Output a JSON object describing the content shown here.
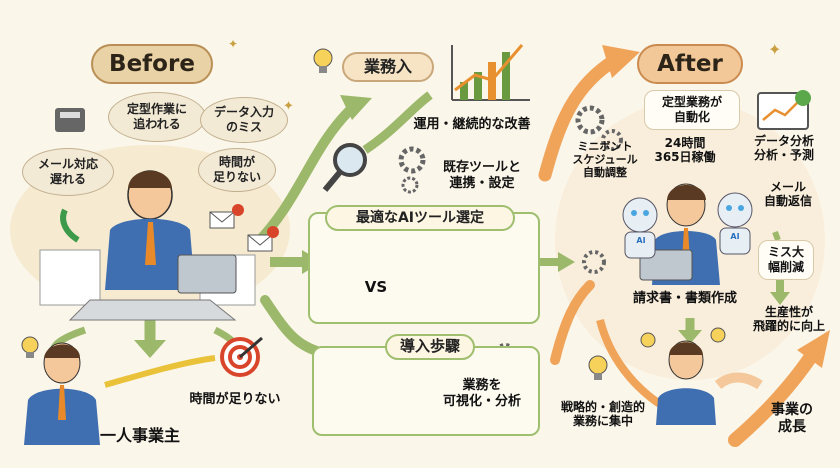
{
  "before": {
    "title": "Before",
    "bubbles": [
      "メール対応\n遅れる",
      "定型作業に\n追われる",
      "データ入力\nのミス",
      "時間が\n足りない"
    ],
    "time_label": "時間が足りない",
    "person_label": "一人事業主"
  },
  "middle": {
    "top_pill": "業務入",
    "improve": "運用・継続的な改善",
    "connect": "既存ツールと\n連携・設定",
    "select_title": "最適なAIツール選定",
    "vs": "VS",
    "intro_title": "導入歩驟",
    "visualize": "業務を\n可視化・分析"
  },
  "after": {
    "title": "After",
    "auto": "定型業務が\n自動化",
    "hours": "24時間\n365日稼働",
    "analysis": "データ分析\n分析・予測",
    "schedule": "ミニボント\nスケジュール\n自動調整",
    "mail": "メール\n自動返信",
    "ai_badge": "AI",
    "errors": "ミス大\n幅削減",
    "invoice": "請求書・書類作成",
    "productivity": "生産性が\n飛躍的に向上",
    "strategic": "戦略的・創造的\n業務に集中",
    "growth": "事業の\n成長"
  },
  "colors": {
    "green_arrow": "#9cb86a",
    "orange_arrow": "#f0a45a",
    "box_border": "#9fbf6f",
    "shirt_blue": "#3f6fb0",
    "tie_orange": "#e98a2a"
  }
}
